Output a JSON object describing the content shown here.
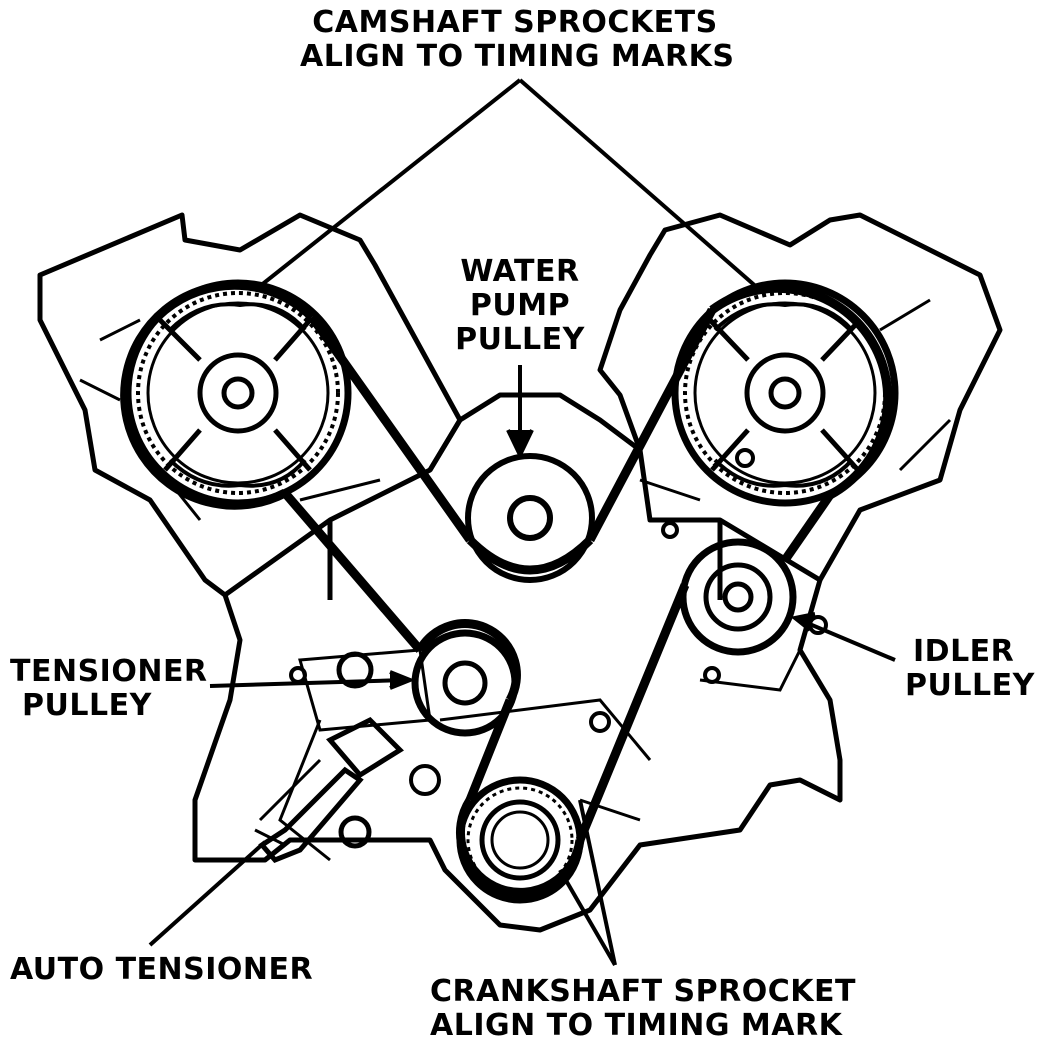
{
  "labels": {
    "camshaft": {
      "line1": "CAMSHAFT SPROCKETS",
      "line2": "ALIGN TO TIMING MARKS"
    },
    "water_pump": {
      "line1": "WATER",
      "line2": "PUMP",
      "line3": "PULLEY"
    },
    "tensioner": {
      "line1": "TENSIONER",
      "line2": "PULLEY"
    },
    "idler": {
      "line1": "IDLER",
      "line2": "PULLEY"
    },
    "auto_tensioner": {
      "line1": "AUTO TENSIONER"
    },
    "crankshaft": {
      "line1": "CRANKSHAFT SPROCKET",
      "line2": "ALIGN TO TIMING MARK"
    }
  },
  "colors": {
    "ink": "#000000",
    "paper": "#ffffff"
  }
}
